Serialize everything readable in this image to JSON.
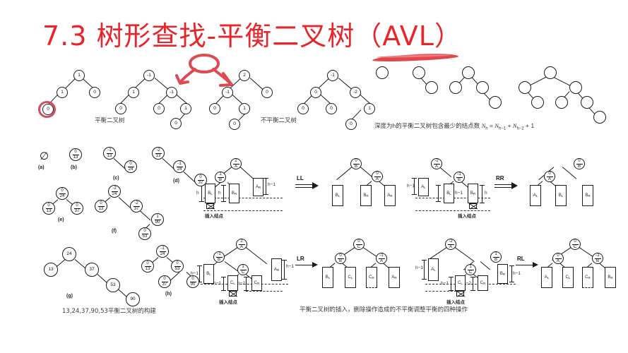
{
  "slide": {
    "title": "7.3 树形查找-平衡二叉树（AVL）",
    "background_color": "#ffffff",
    "title_color": "#e8252a"
  },
  "annotations": {
    "ink_color": "#d94a52",
    "marks": [
      {
        "name": "title-underline-swipe",
        "target": "（AVL）"
      },
      {
        "name": "circle-mark-leaf-node",
        "target": "0"
      },
      {
        "name": "loop-arrow-mark",
        "target": "balanced-vs-unbalanced"
      }
    ]
  },
  "row1": {
    "caption_balanced": "平衡二叉树",
    "caption_unbalanced": "不平衡二叉树",
    "tree_a": {
      "nodes": [
        "1",
        "1",
        "0",
        "0"
      ]
    },
    "tree_b": {
      "nodes": [
        "-1",
        "1",
        "-1",
        "0",
        "0",
        "1",
        "0"
      ]
    },
    "tree_c": {
      "nodes": [
        "2",
        "-1",
        "0",
        "0",
        "1",
        "0"
      ]
    },
    "tree_d": {
      "nodes": [
        "-1",
        "0",
        "-2",
        "0",
        "0",
        "1",
        "0"
      ]
    },
    "fib": {
      "caption": "深度为h的平衡二叉树包含最少的结点数",
      "formula": "N_h = N_{h-1} + N_{h-2} + 1",
      "formula_parts": {
        "lhs": "N",
        "lhs_sub": "h",
        "eq": "=",
        "t1": "N",
        "t1_sub": "h−1",
        "plus1": "+",
        "t2": "N",
        "t2_sub": "h−2",
        "plus2": "+",
        "t3": "1"
      }
    }
  },
  "row2": {
    "caption": "13,24,37,90,53平衡二叉树的构建",
    "panels": [
      {
        "id": "(a)",
        "label": "空树",
        "nodes": []
      },
      {
        "id": "(b)",
        "nodes": [
          {
            "bf": "0",
            "key": "13"
          }
        ]
      },
      {
        "id": "(c)",
        "nodes": [
          {
            "bf": "-1",
            "key": "13"
          },
          {
            "bf": "0",
            "key": "24"
          }
        ]
      },
      {
        "id": "(d)",
        "nodes": [
          {
            "bf": "-2",
            "key": "13"
          },
          {
            "bf": "-1",
            "key": "24"
          },
          {
            "bf": "0",
            "key": "37"
          }
        ]
      },
      {
        "id": "(e)",
        "nodes": [
          {
            "bf": "0",
            "key": "24"
          },
          {
            "bf": "0",
            "key": "13"
          },
          {
            "bf": "0",
            "key": "37"
          }
        ]
      },
      {
        "id": "(f)",
        "nodes": [
          {
            "bf": "-2",
            "key": "24"
          },
          {
            "bf": "0",
            "key": "13"
          },
          {
            "bf": "-2",
            "key": "37"
          },
          {
            "bf": "1",
            "key": "90"
          },
          {
            "bf": "0",
            "key": "53"
          }
        ]
      },
      {
        "id": "(g)",
        "nodes": [
          {
            "bf": "",
            "key": "24"
          },
          {
            "bf": "",
            "key": "13"
          },
          {
            "bf": "",
            "key": "37"
          },
          {
            "bf": "",
            "key": "53"
          },
          {
            "bf": "",
            "key": "90"
          }
        ]
      },
      {
        "id": "(h)",
        "nodes": [
          {
            "bf": "-1",
            "key": "24"
          },
          {
            "bf": "0",
            "key": "13"
          },
          {
            "bf": "0",
            "key": "53"
          },
          {
            "bf": "0",
            "key": "37"
          },
          {
            "bf": "0",
            "key": "90"
          }
        ]
      }
    ]
  },
  "row3": {
    "caption": "平衡二叉树的插入，删除操作造成的不平衡调整平衡的四种操作",
    "insert_label": "插入结点",
    "rotations": [
      {
        "name": "LL",
        "tag": "LL",
        "before": {
          "root": {
            "bf": "2",
            "key": "A"
          },
          "child": {
            "bf": "1",
            "key": "B"
          },
          "subtrees": [
            "B",
            "B",
            "A"
          ],
          "subtree_labels": [
            "B_L",
            "B_R",
            "A_R"
          ],
          "heights": [
            "h",
            "h",
            "h−1"
          ]
        },
        "after": {
          "root": {
            "bf": "0",
            "key": "B"
          },
          "child": {
            "bf": "0",
            "key": "A"
          },
          "subtree_labels": [
            "B_L",
            "B_R",
            "A_R"
          ]
        }
      },
      {
        "name": "RR",
        "tag": "RR",
        "before": {
          "root": {
            "bf": "-2",
            "key": "A"
          },
          "child": {
            "bf": "-1",
            "key": "B"
          },
          "subtree_labels": [
            "A_L",
            "B_L",
            "B_R"
          ],
          "heights": [
            "h−1",
            "h−1",
            "h"
          ]
        },
        "after": {
          "root": {
            "bf": "0",
            "key": "B"
          },
          "child": {
            "bf": "0",
            "key": "A"
          },
          "subtree_labels": [
            "A_L",
            "B_L",
            "B_R"
          ]
        }
      },
      {
        "name": "LR",
        "tag": "LR",
        "before": {
          "root": {
            "bf": "2",
            "key": "A"
          },
          "child": {
            "bf": "-1",
            "key": "B"
          },
          "grandchild": {
            "bf": "1",
            "key": "C"
          },
          "subtree_labels": [
            "B_L",
            "C_L",
            "C_R",
            "A_R"
          ],
          "heights": [
            "h−1",
            "h−1",
            "h−2",
            "h−1"
          ]
        },
        "after": {
          "root": {
            "bf": "0",
            "key": "C"
          },
          "left": {
            "bf": "0",
            "key": "B"
          },
          "right": {
            "bf": "-1",
            "key": "A"
          },
          "subtree_labels": [
            "B_L",
            "C_L",
            "C_R",
            "A_R"
          ]
        }
      },
      {
        "name": "RL",
        "tag": "RL",
        "before": {
          "root": {
            "bf": "-2",
            "key": "A"
          },
          "child": {
            "bf": "1",
            "key": "B"
          },
          "grandchild": {
            "bf": "1",
            "key": "C"
          },
          "subtree_labels": [
            "A_L",
            "C_L",
            "C_R",
            "B_R"
          ],
          "heights": [
            "h−1",
            "h−1",
            "h−2",
            "h−1"
          ]
        },
        "after": {
          "root": {
            "bf": "0",
            "key": "C"
          },
          "left": {
            "bf": "0",
            "key": "A"
          },
          "right": {
            "bf": "-1",
            "key": "B"
          },
          "subtree_labels": [
            "A_L",
            "C_L",
            "C_R",
            "B_R"
          ]
        }
      }
    ]
  }
}
